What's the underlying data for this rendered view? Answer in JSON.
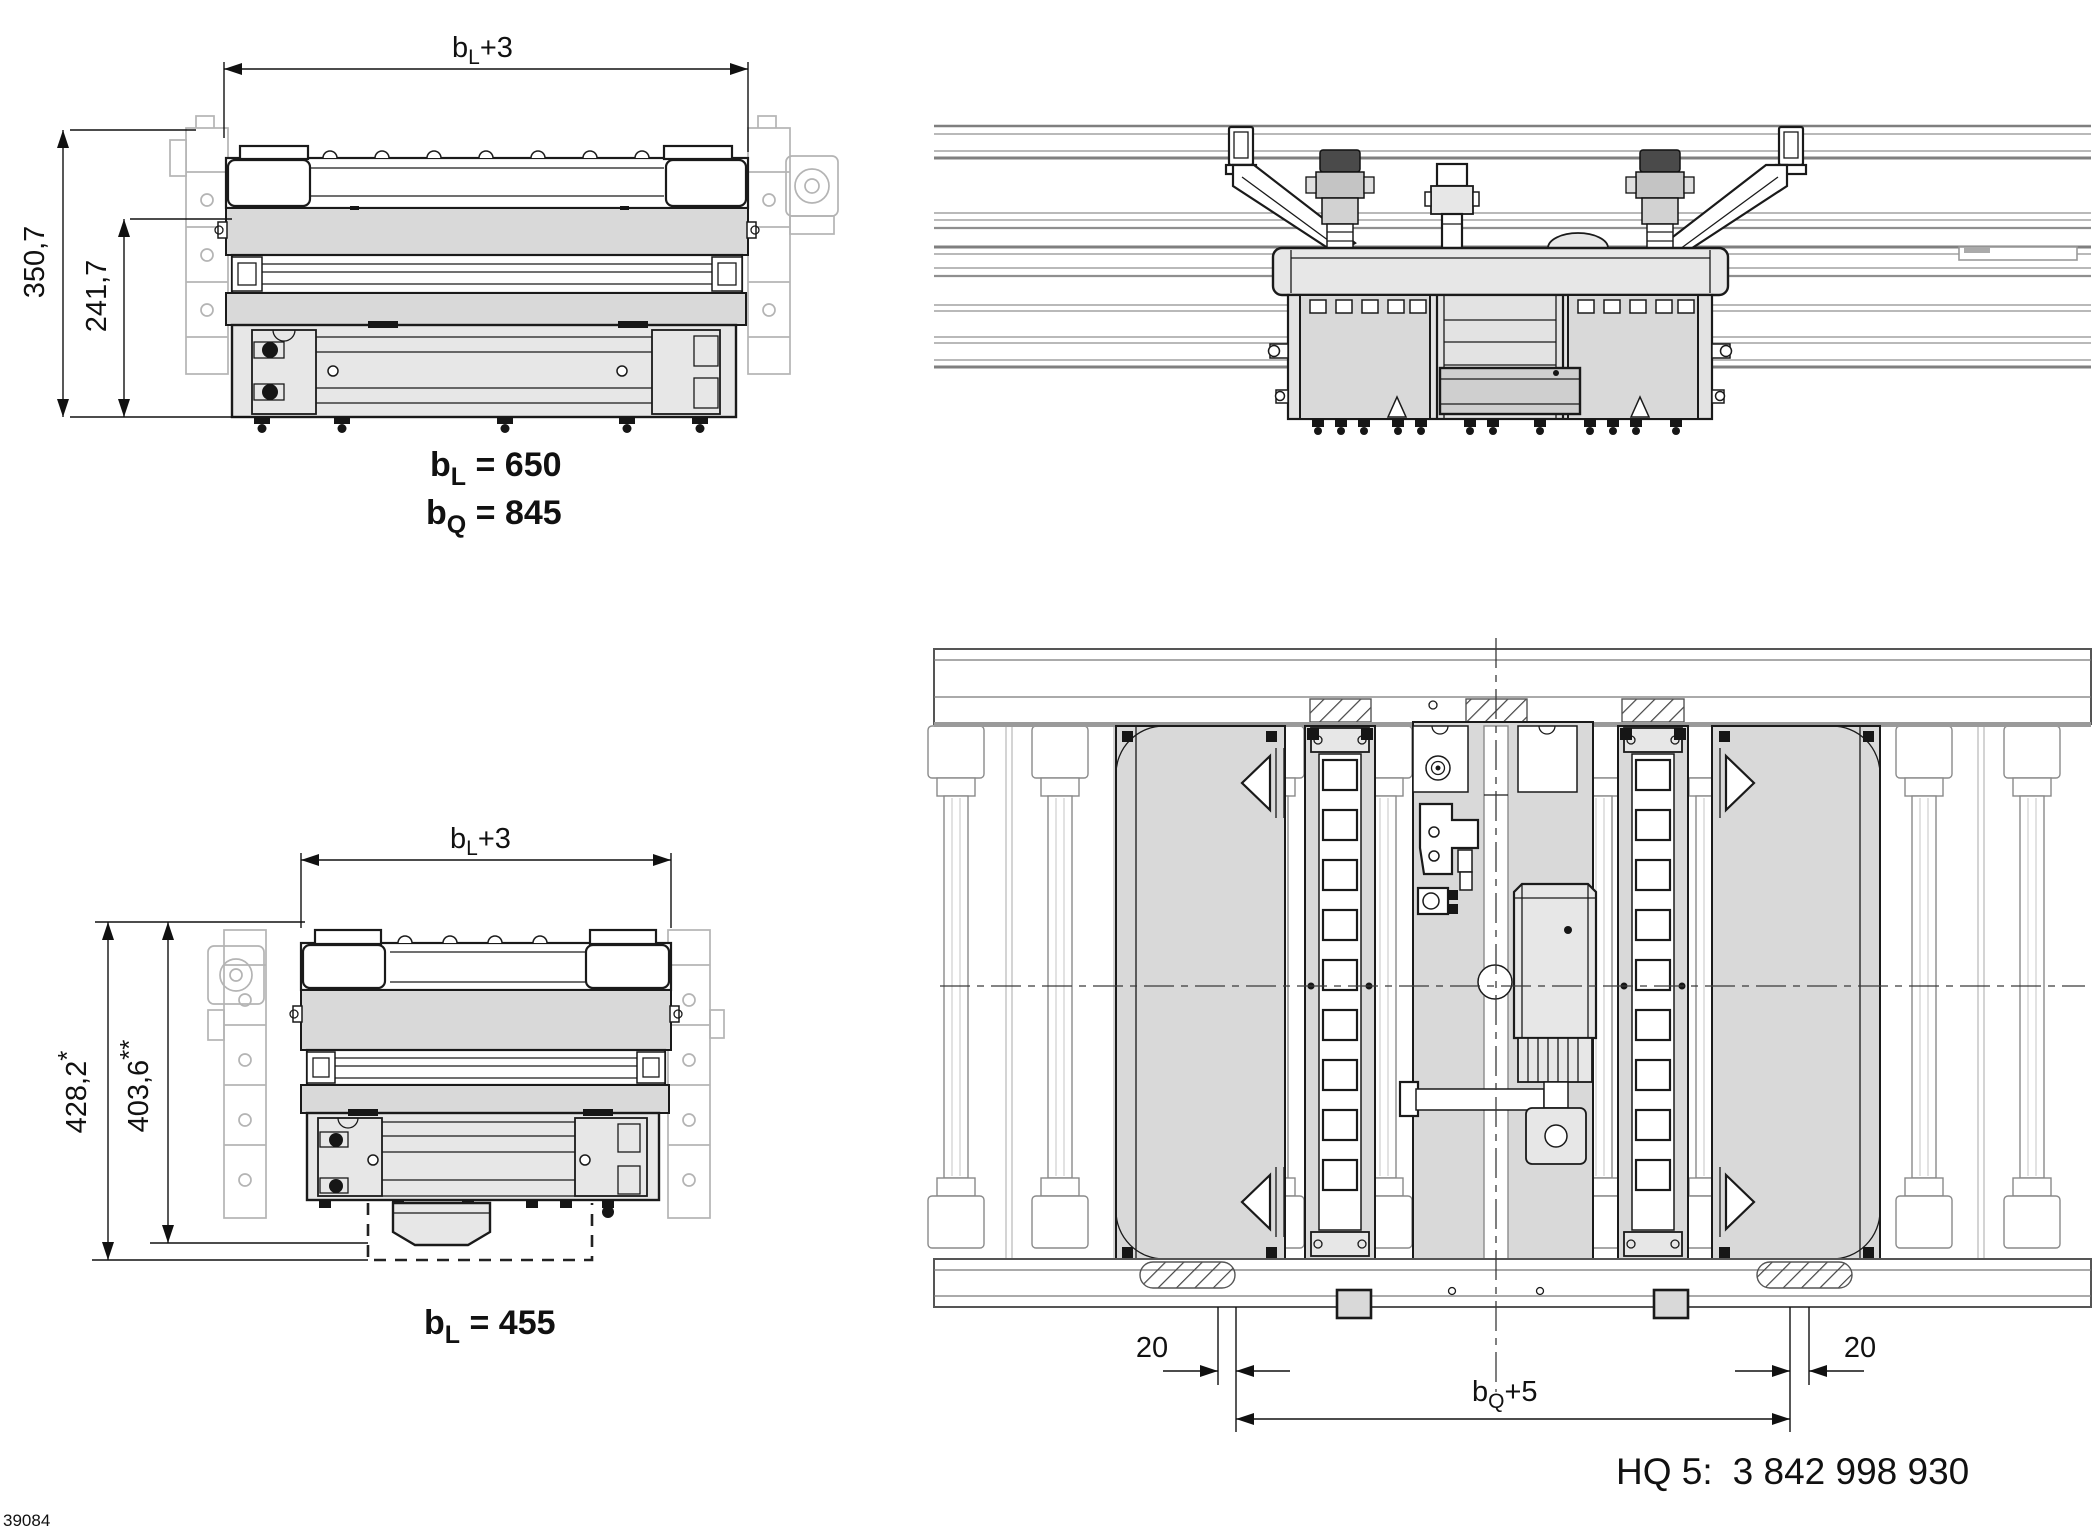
{
  "colors": {
    "line": "#1a1a1a",
    "ghost_gray": "#b4b4b4",
    "conveyor_gray": "#8f8f8f",
    "panel_gray": "#d9d9d9",
    "panel_light": "#e7e7e7",
    "background": "#ffffff"
  },
  "front_view_650": {
    "dim_width": {
      "base": "b",
      "sub": "L",
      "suffix": "+3"
    },
    "dim_height_total": "350,7",
    "dim_height_partial": "241,7",
    "label_bl": {
      "base": "b",
      "sub": "L",
      "rest": " = 650"
    },
    "label_bq": {
      "base": "b",
      "sub": "Q",
      "rest": " = 845"
    }
  },
  "front_view_455": {
    "dim_width": {
      "base": "b",
      "sub": "L",
      "suffix": "+3"
    },
    "dim_height_total": {
      "value": "428,2",
      "mark": "*"
    },
    "dim_height_partial": {
      "value": "403,6",
      "mark": "**"
    },
    "label_bl": {
      "base": "b",
      "sub": "L",
      "rest": " = 455"
    }
  },
  "plan_view": {
    "dim_gap_left": "20",
    "dim_gap_right": "20",
    "dim_span": {
      "base": "b",
      "sub": "Q",
      "suffix": "+5"
    }
  },
  "footer": {
    "type_label": "HQ 5:",
    "part_number": "3 842 998 930",
    "figure_number": "39084"
  }
}
